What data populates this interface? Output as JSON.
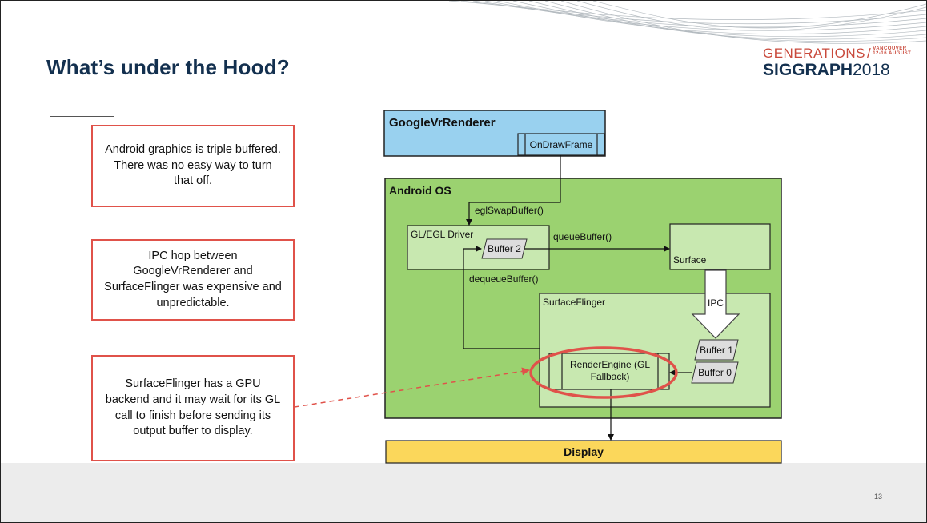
{
  "slide": {
    "title": "What’s under the Hood?",
    "page_number": "13"
  },
  "logo": {
    "generations": "GENERATIONS",
    "slash": "/",
    "vancouver": "VANCOUVER",
    "dates": "12-16 AUGUST",
    "siggraph": "SIGGRAPH",
    "year": "2018"
  },
  "notes": [
    "Android graphics is triple buffered. There was no easy way to turn that off.",
    "IPC hop between GoogleVrRenderer and SurfaceFlinger was expensive and unpredictable.",
    "SurfaceFlinger has a GPU backend and it may wait for its GL call to finish before sending its output buffer to display."
  ],
  "diagram": {
    "google_vr_renderer": "GoogleVrRenderer",
    "on_draw_frame": "OnDrawFrame",
    "android_os": "Android OS",
    "egl_swap_buffer": "eglSwapBuffer()",
    "gl_egl_driver": "GL/EGL Driver",
    "buffer_2": "Buffer 2",
    "queue_buffer": "queueBuffer()",
    "dequeue_buffer": "dequeueBuffer()",
    "surface": "Surface",
    "ipc": "IPC",
    "surface_flinger": "SurfaceFlinger",
    "buffer_1": "Buffer 1",
    "buffer_0": "Buffer 0",
    "render_engine_line1": "RenderEngine (GL",
    "render_engine_line2": "Fallback)",
    "display": "Display"
  },
  "colors": {
    "title": "#13304f",
    "accent_red": "#e0524a",
    "google_box": "#99d1ef",
    "android_os_box": "#9bd270",
    "inner_box": "#c8e8b0",
    "display_box": "#fbd75b"
  }
}
